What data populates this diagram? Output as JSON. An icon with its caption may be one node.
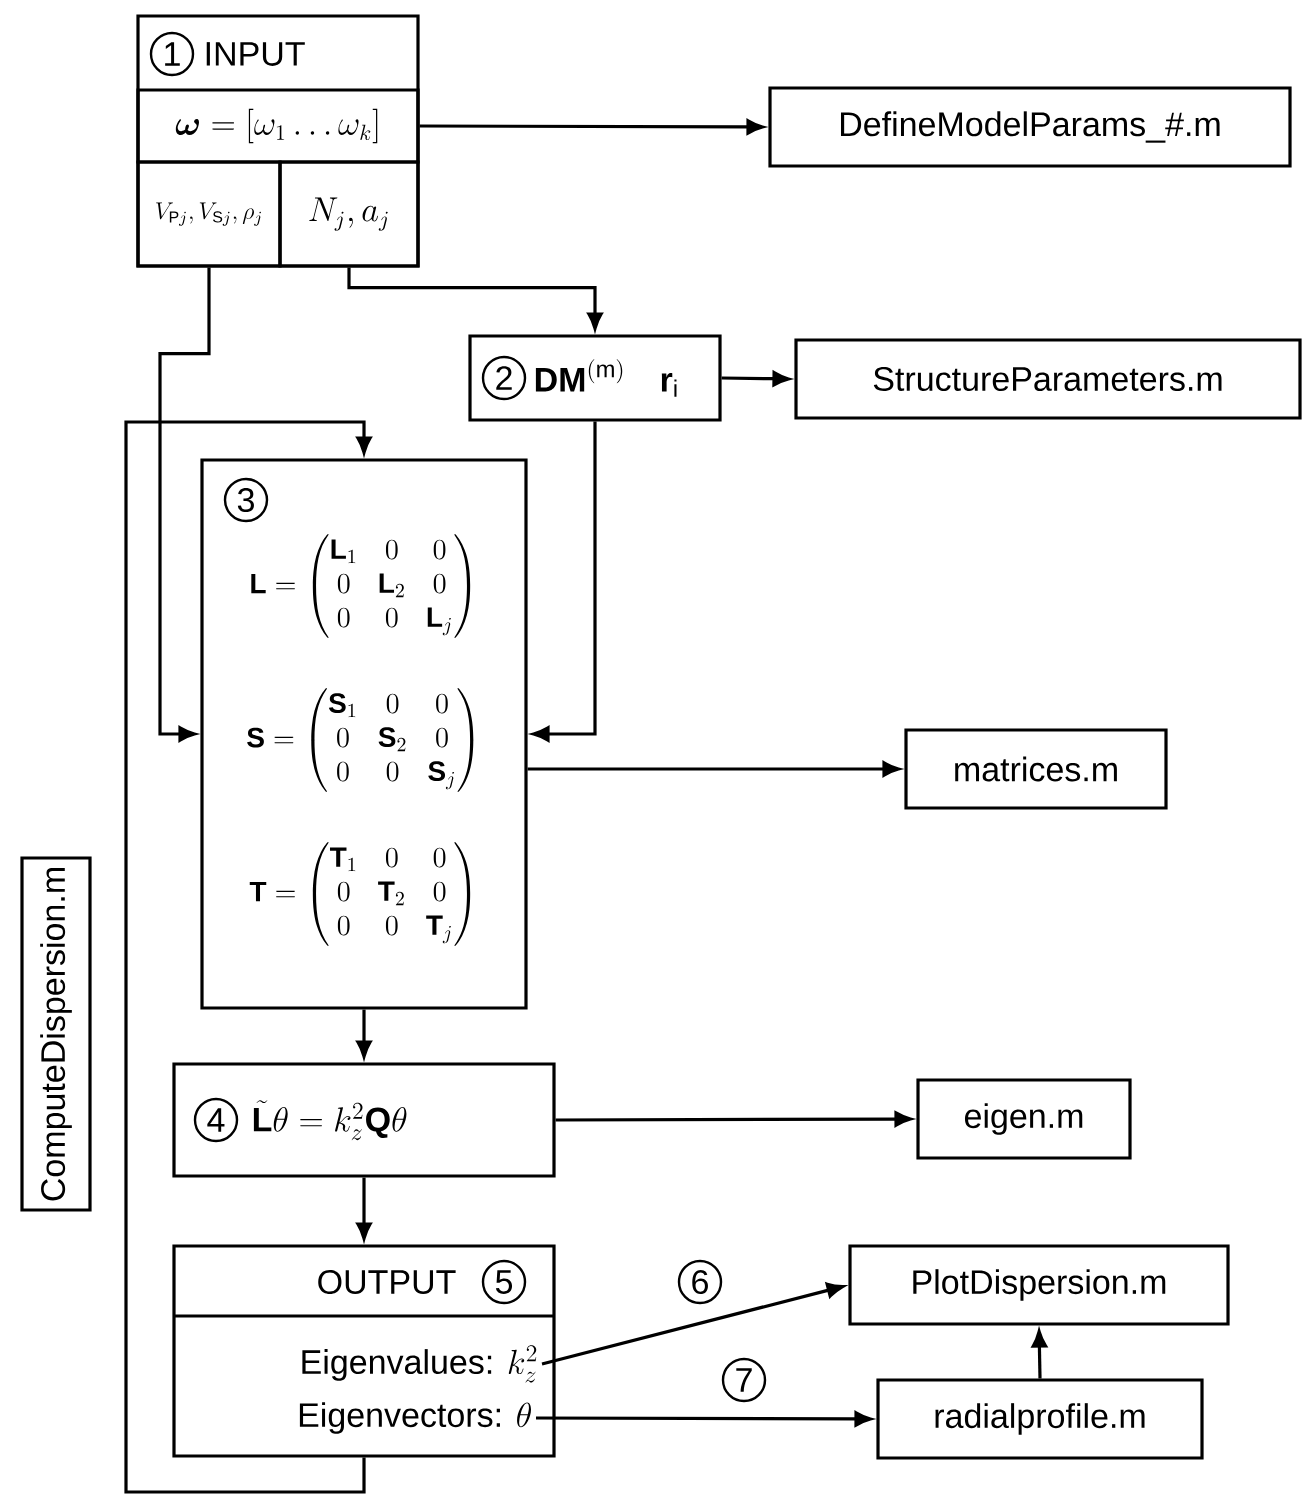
{
  "diagram": {
    "nodes": [
      {
        "text": [
          "1",
          "INPUT"
        ]
      },
      {
        "text": [
          "\\boldsymbol{\\omega}=[\\omega_1\\ldots\\omega_k]"
        ],
        "in": 0
      },
      {
        "text": [
          "V_{\\mathrm{P}j},V_{\\mathrm{S}j},\\rho_j"
        ],
        "in": 0
      },
      {
        "text": [
          "N_j,a_j"
        ],
        "in": 0
      },
      {
        "text": [
          "DefineModelParams_#.m"
        ]
      },
      {
        "text": [
          "2",
          "\\mathbf{DM}^{(\\mathrm{m})}\\quad\\mathbf{r}_\\mathrm{i}"
        ]
      },
      {
        "text": [
          "StructureParameters.m"
        ]
      },
      {
        "text": [
          "3",
          "\\mathbf{L}=\\begin{pmatrix}\\mathbf{L}_1&0&0\\\\0&\\mathbf{L}_2&0\\\\0&0&\\mathbf{L}_j\\end{pmatrix}",
          "\\mathbf{S}=\\begin{pmatrix}\\mathbf{S}_1&0&0\\\\0&\\mathbf{S}_2&0\\\\0&0&\\mathbf{S}_j\\end{pmatrix}",
          "\\mathbf{T}=\\begin{pmatrix}\\mathbf{T}_1&0&0\\\\0&\\mathbf{T}_2&0\\\\0&0&\\mathbf{T}_j\\end{pmatrix}"
        ]
      },
      {
        "text": [
          "matrices.m"
        ]
      },
      {
        "text": [
          "4",
          "\\tilde{\\mathbf{L}}\\theta=k_z^2\\mathbf{Q}\\theta"
        ]
      },
      {
        "text": [
          "eigen.m"
        ]
      },
      {
        "text": [
          "OUTPUT",
          "5"
        ]
      },
      {
        "text": [
          "Eigenvalues:",
          "k_z^2"
        ],
        "in": 11
      },
      {
        "text": [
          "Eigenvectors:",
          "\\theta"
        ],
        "in": 11
      },
      {
        "text": [
          "PlotDispersion.m"
        ]
      },
      {
        "text": [
          "radialprofile.m"
        ]
      },
      {
        "text": [
          "ComputeDispersion.m"
        ]
      }
    ],
    "edges": [
      {
        "from": 1,
        "to": 4,
        "arrow": "to"
      },
      {
        "from": 3,
        "to": 5,
        "arrow": "to"
      },
      {
        "from": 5,
        "to": 6,
        "arrow": "to"
      },
      {
        "from": 2,
        "to": 7,
        "arrow": "to"
      },
      {
        "from": 5,
        "to": 7,
        "arrow": "to"
      },
      {
        "from": 7,
        "to": 8,
        "arrow": "to"
      },
      {
        "from": 7,
        "to": 9,
        "arrow": "to"
      },
      {
        "from": 9,
        "to": 10,
        "arrow": "to"
      },
      {
        "from": 9,
        "to": 11,
        "arrow": "to"
      },
      {
        "from": 12,
        "to": 14,
        "label": "6",
        "arrow": "to"
      },
      {
        "from": 13,
        "to": 15,
        "label": "7",
        "arrow": "to"
      },
      {
        "from": 15,
        "to": 14,
        "arrow": "to"
      },
      {
        "from": 11,
        "to": 7,
        "arrow": "to"
      }
    ]
  }
}
